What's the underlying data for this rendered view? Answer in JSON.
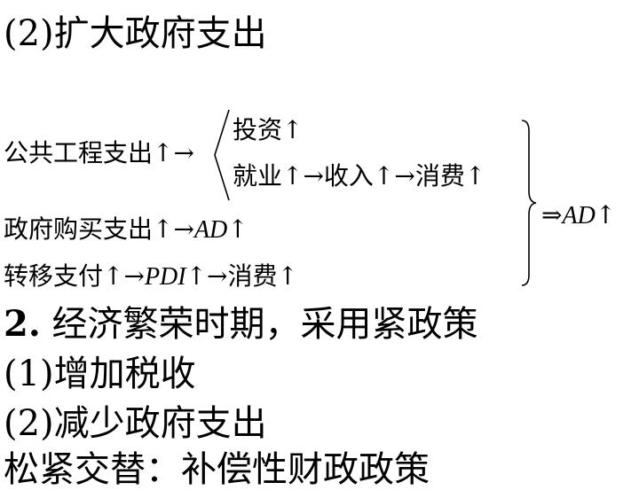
{
  "title": "(2)扩大政府支出",
  "diagram": {
    "row1": {
      "source": "公共工程支出↑→",
      "branches": [
        {
          "text": "投资↑"
        },
        {
          "text": "就业↑→收入↑→消费↑"
        }
      ]
    },
    "row2": {
      "prefix": "政府购买支出↑→",
      "ad": "AD",
      "suffix": "↑"
    },
    "row3": {
      "prefix": "转移支付↑→",
      "pdi": "PDI",
      "suffix": "↑→消费↑"
    },
    "result": {
      "arrow": "⇒",
      "ad": "AD",
      "suffix": "↑"
    }
  },
  "lines": [
    {
      "num": "2.",
      "text": " 经济繁荣时期，采用紧政策"
    },
    {
      "text": "(1)增加税收"
    },
    {
      "text": "(2)减少政府支出"
    },
    {
      "text": "松紧交替：补偿性财政政策"
    }
  ]
}
